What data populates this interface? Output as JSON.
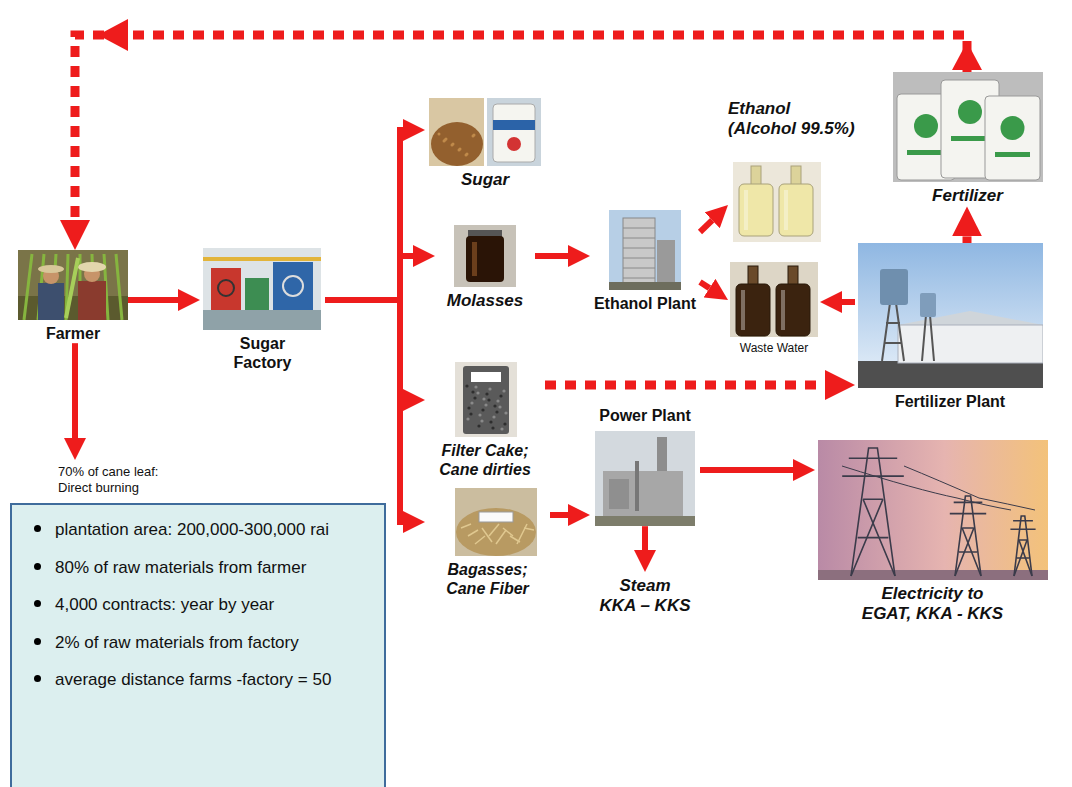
{
  "diagram": {
    "nodes": [
      {
        "text": [
          "Farmer"
        ]
      },
      {
        "text": [
          "Sugar Factory"
        ]
      },
      {
        "text": [
          "Sugar"
        ]
      },
      {
        "text": [
          "Molasses"
        ]
      },
      {
        "text": [
          "Ethanol Plant"
        ]
      },
      {
        "text": [
          "Ethanol (Alcohol 99.5%)"
        ]
      },
      {
        "text": [
          "Waste Water"
        ]
      },
      {
        "text": [
          "Fertilizer"
        ]
      },
      {
        "text": [
          "Fertilizer Plant"
        ]
      },
      {
        "text": [
          "Filter Cake; Cane dirties"
        ]
      },
      {
        "text": [
          "Bagasses; Cane Fiber"
        ]
      },
      {
        "text": [
          "Power Plant"
        ]
      },
      {
        "text": [
          "Steam KKA – KKS"
        ]
      },
      {
        "text": [
          "Electricity to EGAT, KKA - KKS"
        ]
      },
      {
        "text": [
          "70% of cane leaf: Direct burning"
        ]
      },
      {
        "text": [
          "plantation area: 200,000-300,000 rai",
          "80% of raw materials from farmer",
          "4,000 contracts: year by year",
          "2% of raw materials from factory",
          "average distance farms -factory = 50"
        ]
      }
    ],
    "edges": [
      {
        "from": 0,
        "to": 1,
        "arrow": "to"
      },
      {
        "from": 1,
        "to": 2,
        "arrow": "to"
      },
      {
        "from": 1,
        "to": 3,
        "arrow": "to"
      },
      {
        "from": 1,
        "to": 9,
        "arrow": "to"
      },
      {
        "from": 1,
        "to": 10,
        "arrow": "to"
      },
      {
        "from": 3,
        "to": 4,
        "arrow": "to"
      },
      {
        "from": 4,
        "to": 5,
        "arrow": "to"
      },
      {
        "from": 4,
        "to": 6,
        "arrow": "to"
      },
      {
        "from": 8,
        "to": 6,
        "arrow": "to"
      },
      {
        "from": 9,
        "to": 8,
        "arrow": "to"
      },
      {
        "from": 8,
        "to": 7,
        "arrow": "to"
      },
      {
        "from": 7,
        "to": 0,
        "arrow": "to"
      },
      {
        "from": 10,
        "to": 11,
        "arrow": "to"
      },
      {
        "from": 11,
        "to": 12,
        "arrow": "to"
      },
      {
        "from": 11,
        "to": 13,
        "arrow": "to"
      },
      {
        "from": 0,
        "to": 14,
        "arrow": "to"
      }
    ]
  }
}
